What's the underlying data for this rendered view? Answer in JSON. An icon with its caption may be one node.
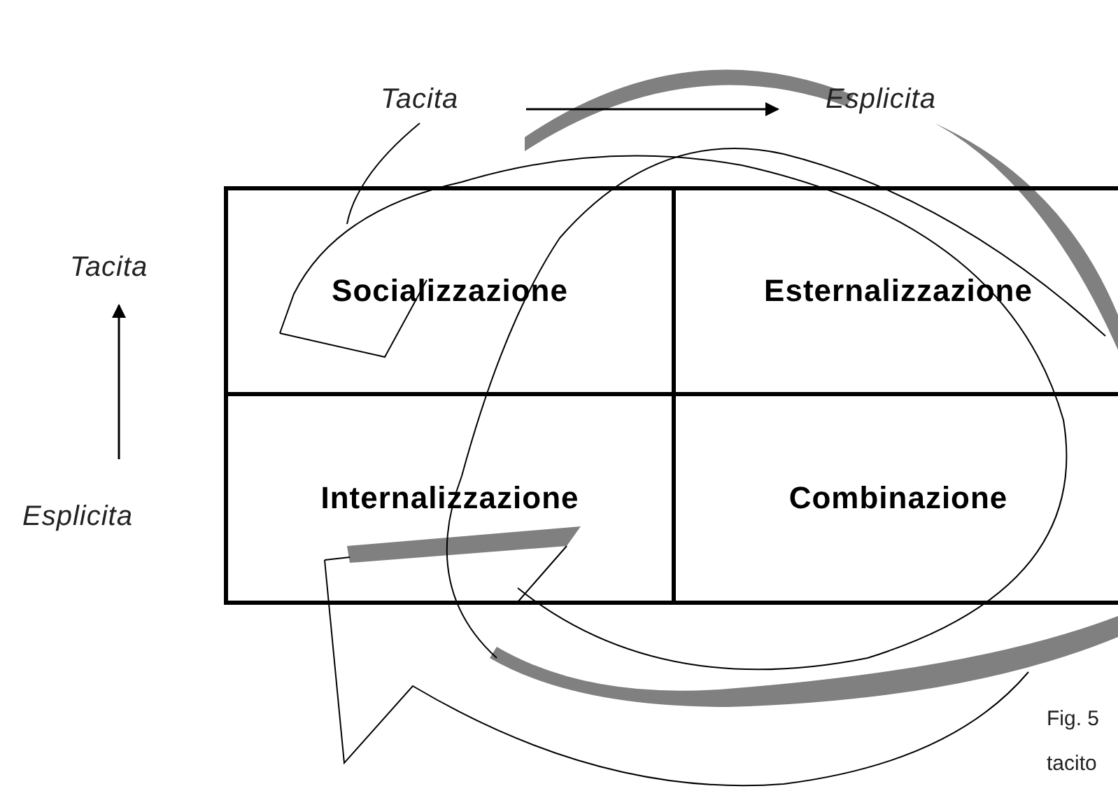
{
  "diagram": {
    "nodes": [
      {
        "text": [
          "Tacita"
        ]
      },
      {
        "text": [
          "Esplicita"
        ]
      },
      {
        "text": [
          "Tacita"
        ]
      },
      {
        "text": [
          "Esplicita"
        ]
      },
      {
        "text": [
          "Socializzazione"
        ]
      },
      {
        "text": [
          "Esternalizzazione"
        ]
      },
      {
        "text": [
          "Internalizzazione"
        ]
      },
      {
        "text": [
          "Combinazione"
        ]
      }
    ],
    "edges": [
      {
        "from": 0,
        "to": 1,
        "arrow": "to"
      },
      {
        "from": 3,
        "to": 2,
        "arrow": "to"
      }
    ],
    "labels": [
      "Fig. 5",
      "tacito"
    ]
  }
}
